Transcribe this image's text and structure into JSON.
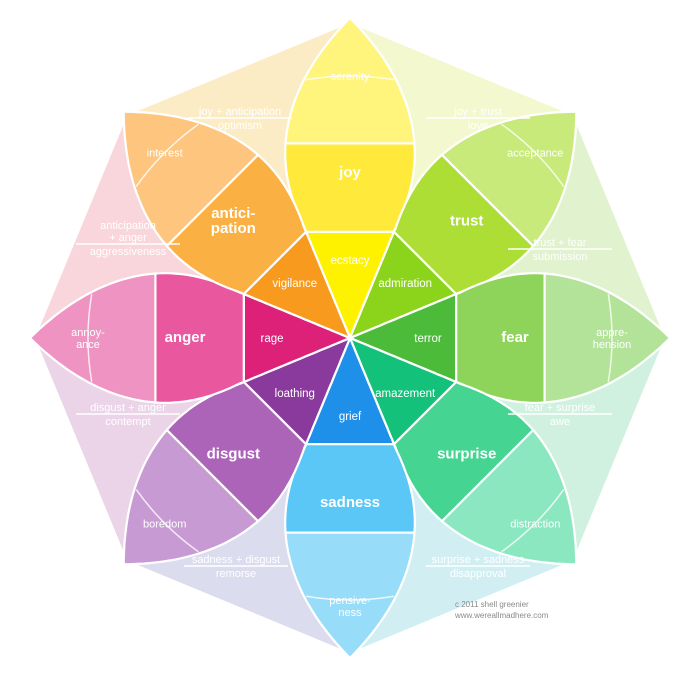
{
  "emotions": [
    {
      "id": "joy",
      "inner": "ecstacy",
      "mid": [
        "joy"
      ],
      "outer": [
        "serenity"
      ],
      "colors": [
        "#fff200",
        "#ffea3c",
        "#fff57d"
      ]
    },
    {
      "id": "trust",
      "inner": "admiration",
      "mid": [
        "trust"
      ],
      "outer": [
        "acceptance"
      ],
      "colors": [
        "#8cd41b",
        "#acde35",
        "#c8ea7a"
      ]
    },
    {
      "id": "fear",
      "inner": "terror",
      "mid": [
        "fear"
      ],
      "outer": [
        "appre-",
        "hension"
      ],
      "colors": [
        "#4cbb39",
        "#8ed45a",
        "#b2e398"
      ]
    },
    {
      "id": "surprise",
      "inner": "amazement",
      "mid": [
        "surprise"
      ],
      "outer": [
        "distraction"
      ],
      "colors": [
        "#14c17b",
        "#45d492",
        "#8be7bf"
      ]
    },
    {
      "id": "sadness",
      "inner": "grief",
      "mid": [
        "sadness"
      ],
      "outer": [
        "pensive-",
        "ness"
      ],
      "colors": [
        "#1e90ea",
        "#5ac7f7",
        "#97dcf9"
      ]
    },
    {
      "id": "disgust",
      "inner": "loathing",
      "mid": [
        "disgust"
      ],
      "outer": [
        "boredom"
      ],
      "colors": [
        "#893a9c",
        "#ac64b9",
        "#c79ad3"
      ]
    },
    {
      "id": "anger",
      "inner": "rage",
      "mid": [
        "anger"
      ],
      "outer": [
        "annoy-",
        "ance"
      ],
      "colors": [
        "#dd2179",
        "#e9589f",
        "#ef93c2"
      ]
    },
    {
      "id": "anticipation",
      "inner": "vigilance",
      "mid": [
        "antici-",
        "pation"
      ],
      "outer": [
        "interest"
      ],
      "colors": [
        "#f79a1d",
        "#fbb043",
        "#fdc57d"
      ]
    }
  ],
  "dyads": [
    {
      "combo": "joy + trust",
      "result": "love",
      "color": "#f3f8cf"
    },
    {
      "combo": "trust + fear",
      "result": "submission",
      "color": "#e1f2cf"
    },
    {
      "combo": "fear + surprise",
      "result": "awe",
      "color": "#d0f1df"
    },
    {
      "combo": "surprise + sadness",
      "result": "disapproval",
      "color": "#d1eff3"
    },
    {
      "combo": "sadness + disgust",
      "result": "remorse",
      "color": "#dcdcef"
    },
    {
      "combo": "disgust + anger",
      "result": "contempt",
      "color": "#ebd3e8"
    },
    {
      "combo": "anticipation\n+ anger",
      "result": "aggressiveness",
      "color": "#f8d6db"
    },
    {
      "combo": "joy + anticipation",
      "result": "optimism",
      "color": "#fbecc6"
    }
  ],
  "credit": {
    "copyright": "c 2011 shell greenier",
    "website": "www.wereallmadhere.com"
  }
}
